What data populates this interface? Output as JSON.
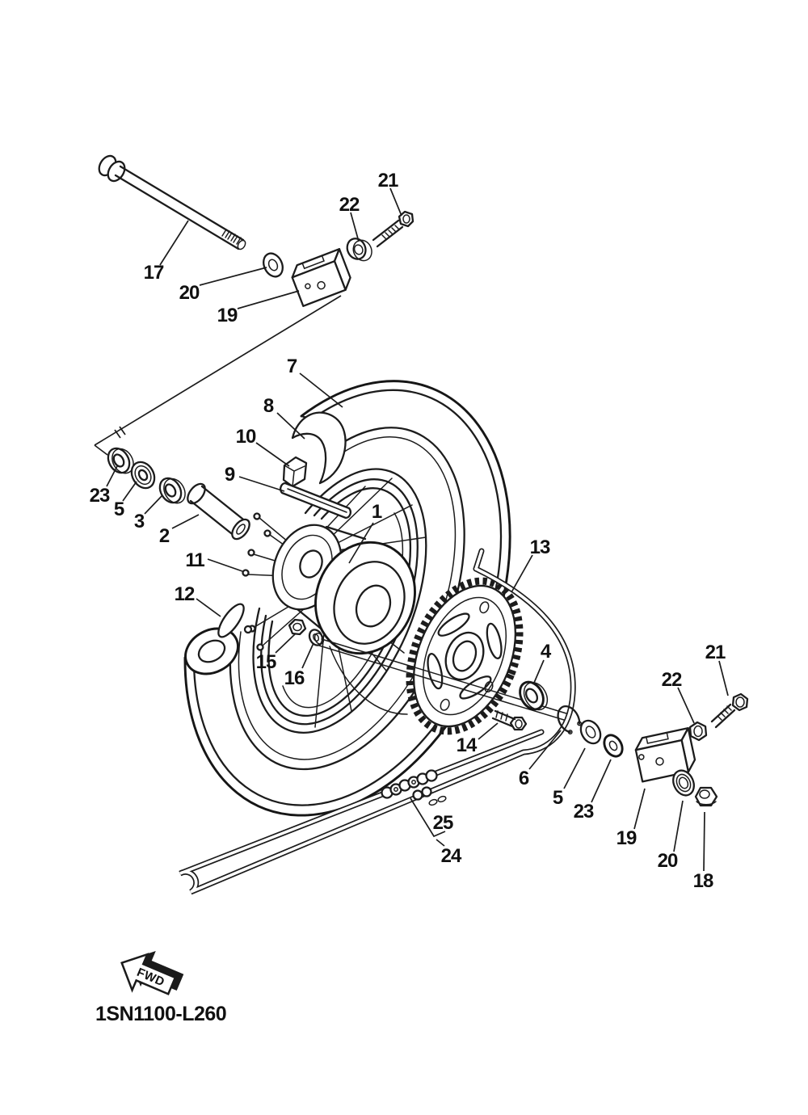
{
  "diagram": {
    "code": "1SN1100-L260",
    "fwd_label": "FWD",
    "callouts": [
      {
        "label": "17"
      },
      {
        "label": "20"
      },
      {
        "label": "19"
      },
      {
        "label": "22"
      },
      {
        "label": "21"
      },
      {
        "label": "7"
      },
      {
        "label": "8"
      },
      {
        "label": "10"
      },
      {
        "label": "9"
      },
      {
        "label": "23"
      },
      {
        "label": "5"
      },
      {
        "label": "3"
      },
      {
        "label": "2"
      },
      {
        "label": "11"
      },
      {
        "label": "12"
      },
      {
        "label": "1"
      },
      {
        "label": "13"
      },
      {
        "label": "15"
      },
      {
        "label": "16"
      },
      {
        "label": "4"
      },
      {
        "label": "14"
      },
      {
        "label": "6"
      },
      {
        "label": "5"
      },
      {
        "label": "23"
      },
      {
        "label": "19"
      },
      {
        "label": "20"
      },
      {
        "label": "18"
      },
      {
        "label": "22"
      },
      {
        "label": "21"
      },
      {
        "label": "25"
      },
      {
        "label": "24"
      }
    ]
  }
}
